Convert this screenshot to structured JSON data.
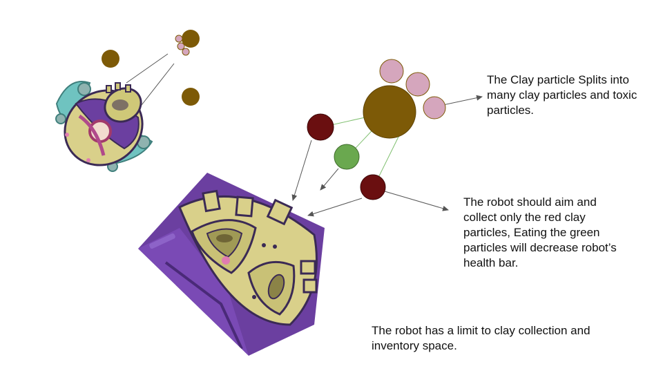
{
  "annotations": {
    "split": "The Clay particle Splits into many clay particles and toxic particles.",
    "collect": "The robot should aim and collect only the red clay particles, Eating the green particles will decrease robot’s health bar.",
    "limit": "The robot has a limit to clay collection and inventory space."
  },
  "colors": {
    "clay_brown": "#7d5a07",
    "clay_red": "#6a0f10",
    "toxic_green": "#6aa84f",
    "pink_fragment": "#d5a6bd",
    "robot_purple": "#6b3fa0",
    "robot_yellow": "#d9d08a",
    "track_teal": "#6fc3c0",
    "arrow_gray": "#555555",
    "link_green": "#7fbf6f"
  },
  "particles": [
    {
      "name": "clay-particle-brown-large",
      "type": "clay"
    },
    {
      "name": "pink-fragment-1",
      "type": "fragment"
    },
    {
      "name": "pink-fragment-2",
      "type": "fragment"
    },
    {
      "name": "pink-fragment-3",
      "type": "fragment"
    },
    {
      "name": "red-clay-particle-1",
      "type": "red-clay"
    },
    {
      "name": "toxic-green-particle",
      "type": "toxic"
    },
    {
      "name": "red-clay-particle-2",
      "type": "red-clay"
    }
  ]
}
